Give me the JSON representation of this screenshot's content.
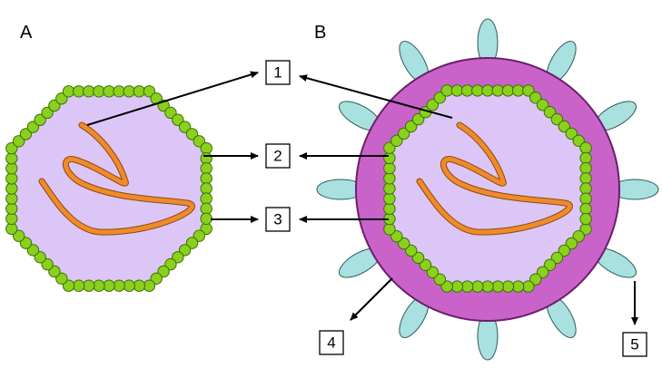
{
  "panels": {
    "a_label": "A",
    "b_label": "B"
  },
  "callouts": [
    "1",
    "2",
    "3",
    "4",
    "5"
  ],
  "colors": {
    "capsid_bead": "#8ad11e",
    "capsid_bead_outline": "#3d6e00",
    "interior": "#dcc6f7",
    "envelope": "#c963c9",
    "envelope_outline": "#6a1f6a",
    "spike": "#a9e0e0",
    "spike_outline": "#2c5c5c",
    "nucleic_acid": "#f08a2a",
    "nucleic_acid_outline": "#8a4a10"
  },
  "icons": [
    "octagonal-capsid-icon",
    "envelope-icon",
    "spike-glycoprotein-icon",
    "nucleic-acid-icon"
  ]
}
